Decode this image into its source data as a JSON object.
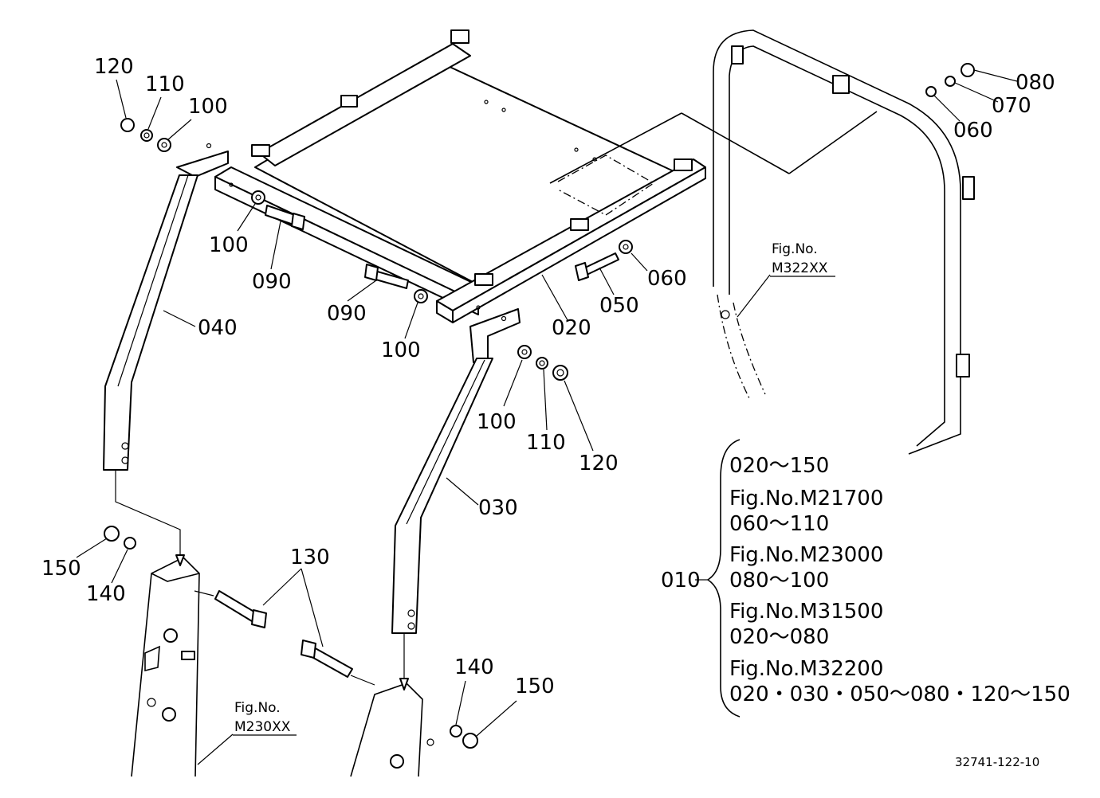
{
  "parts": {
    "p020": "020",
    "p030": "030",
    "p040": "040",
    "p050": "050",
    "p060": "060",
    "p070": "070",
    "p080": "080",
    "p090": "090",
    "p100": "100",
    "p110": "110",
    "p120": "120",
    "p130": "130",
    "p140": "140",
    "p150": "150",
    "p010": "010"
  },
  "fig_refs": {
    "fig_label": "Fig.No.",
    "m322": "M322XX",
    "m230": "M230XX"
  },
  "reference_list": {
    "row1": "020～150",
    "row2": "Fig.No.M21700",
    "row3": "060～110",
    "row4": "Fig.No.M23000",
    "row5": "080～100",
    "row6": "Fig.No.M31500",
    "row7": "020～080",
    "row8": "Fig.No.M32200",
    "row9": "020・030・050～080・120～150"
  },
  "document_number": "32741-122-10"
}
